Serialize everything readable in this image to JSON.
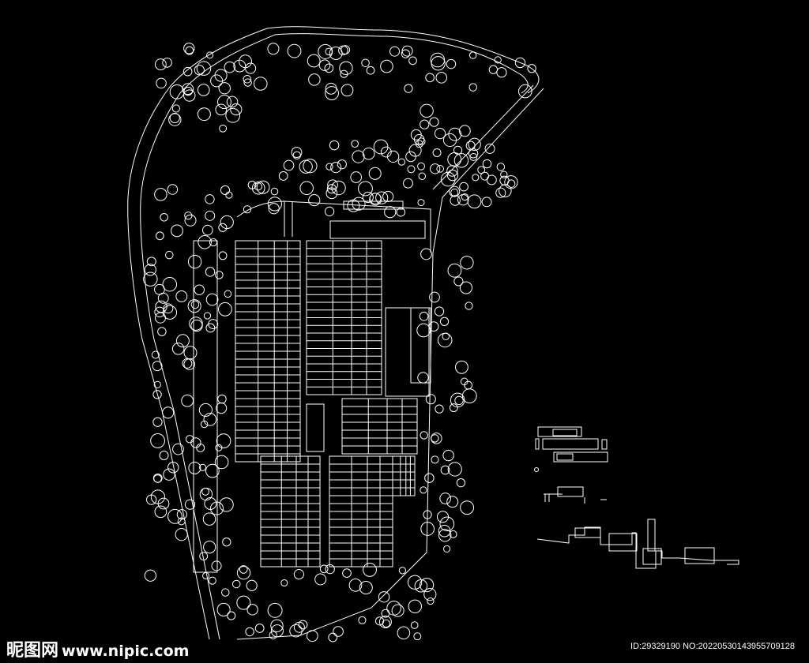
{
  "watermark": {
    "brand": "昵图网",
    "url": "www.nipic.com"
  },
  "image_id": "ID:29329190 NO:20220530143955709128",
  "colors": {
    "background": "#000000",
    "lines": "#ffffff"
  }
}
